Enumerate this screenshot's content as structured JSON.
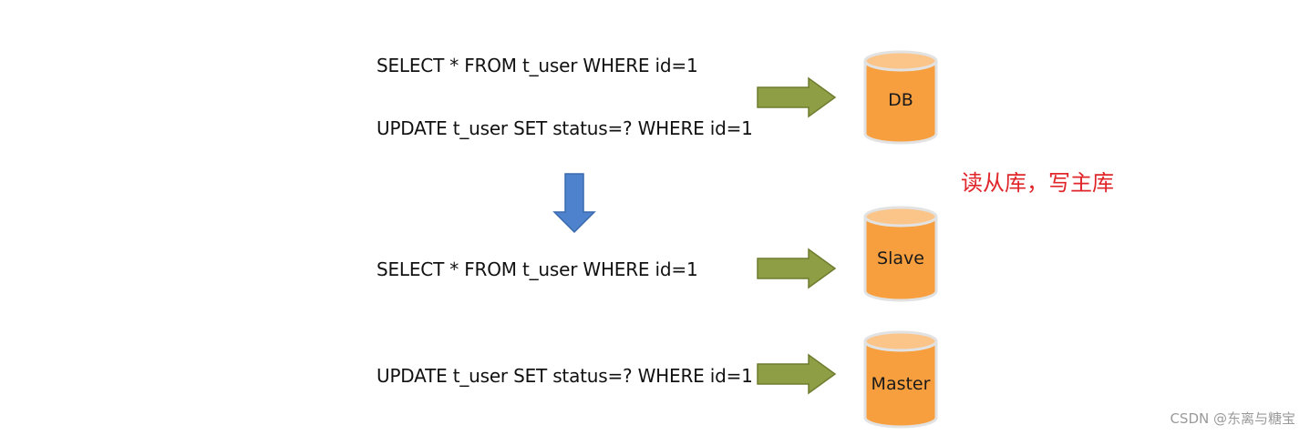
{
  "queries": {
    "select_top": "SELECT * FROM t_user WHERE id=1",
    "update_top": "UPDATE t_user SET status=? WHERE id=1",
    "select_bottom": "SELECT * FROM t_user WHERE id=1",
    "update_bottom": "UPDATE t_user SET status=? WHERE id=1"
  },
  "databases": {
    "db": "DB",
    "slave": "Slave",
    "master": "Master"
  },
  "note": "读从库，写主库",
  "watermark": "CSDN @东离与糖宝",
  "colors": {
    "cylinder_fill": "#F79F3F",
    "cylinder_top": "#FBC58A",
    "cylinder_stroke": "#E0E0E0",
    "flow_arrow": "#8E9E45",
    "down_arrow": "#4E82CC",
    "note_text": "#E0262A"
  }
}
